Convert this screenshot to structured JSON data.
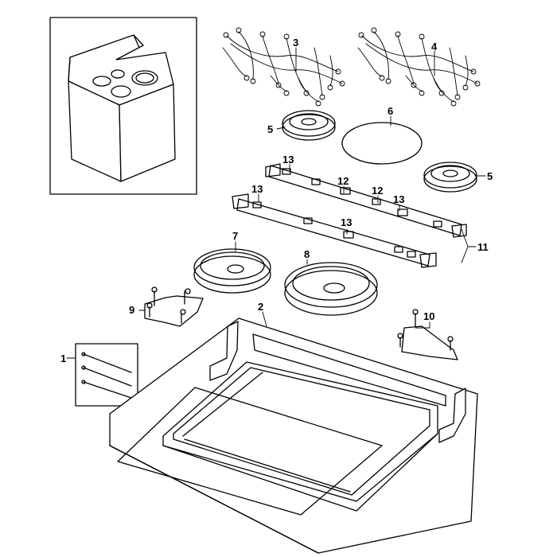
{
  "callouts": {
    "p1": "1",
    "p2": "2",
    "p3": "3",
    "p4": "4",
    "p5a": "5",
    "p5b": "5",
    "p6": "6",
    "p7": "7",
    "p8": "8",
    "p9": "9",
    "p10": "10",
    "p11": "11",
    "p12a": "12",
    "p12b": "12",
    "p13a": "13",
    "p13b": "13",
    "p13c": "13",
    "p13d": "13"
  }
}
